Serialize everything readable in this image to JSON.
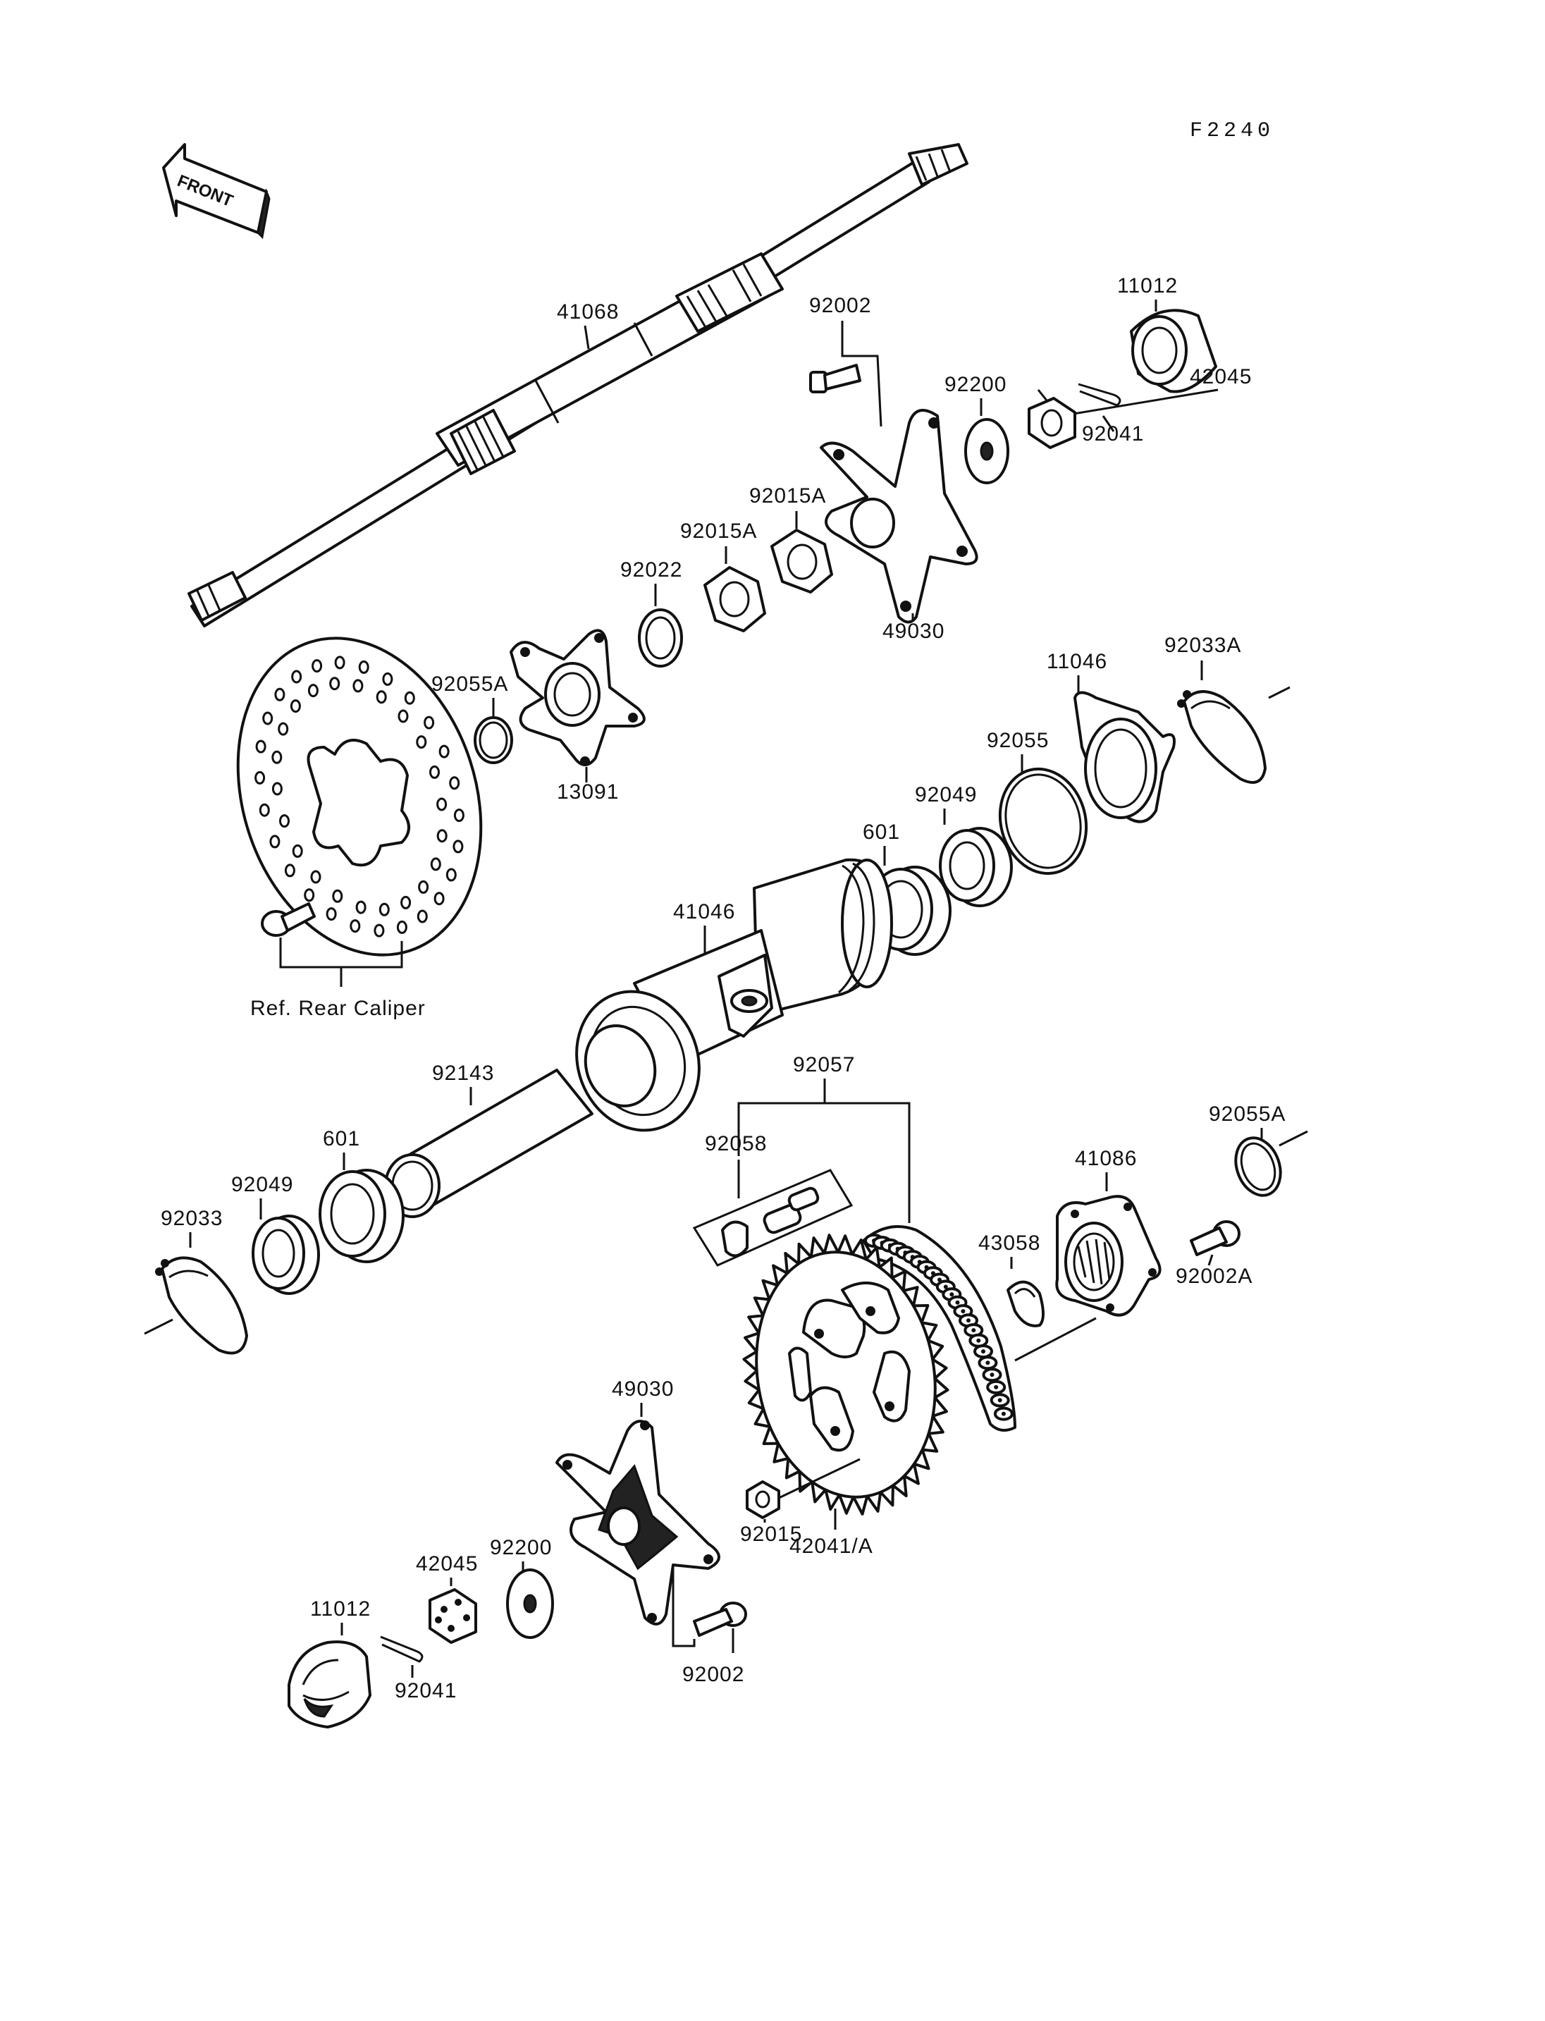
{
  "diagram": {
    "figure_code": "F2240",
    "front_label": "FRONT",
    "reference_note": "Ref. Rear Caliper",
    "parts": {
      "axle": "41068",
      "nut_cap_top": "11012",
      "bolt_top": "92002",
      "washer_top": "92200",
      "castle_nut_top": "42045",
      "cotter_pin_top": "92041",
      "lock_nut_a_upper": "92015A",
      "lock_nut_a_lower": "92015A",
      "collar_92022": "92022",
      "hub_top": "49030",
      "oring_top": "92055A",
      "disc_hub": "13091",
      "plate_11046": "11046",
      "circlip_top": "92033A",
      "oring_92055": "92055",
      "seal_right": "92049",
      "bearing_right": "601",
      "axle_housing": "41046",
      "sleeve": "92143",
      "chain": "92057",
      "master_link": "92058",
      "bearing_left": "601",
      "seal_left": "92049",
      "circlip_left": "92033",
      "sprocket_hub": "41086",
      "oring_bottom": "92055A",
      "sprocket_circlip": "43058",
      "bolt_sprocket_hub": "92002A",
      "hub_bottom": "49030",
      "washer_bottom": "92200",
      "castle_nut_bottom": "42045",
      "nut_cap_bottom": "11012",
      "cotter_pin_bottom": "92041",
      "bolt_bottom": "92002",
      "sprocket_nut": "92015",
      "sprocket": "42041/A"
    }
  }
}
